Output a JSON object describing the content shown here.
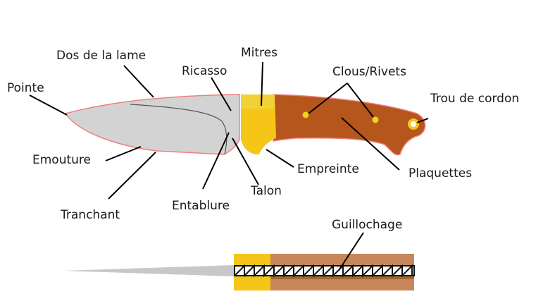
{
  "labels": {
    "dos": "Dos de la lame",
    "mitres": "Mitres",
    "ricasso": "Ricasso",
    "clous": "Clous/Rivets",
    "pointe": "Pointe",
    "trou": "Trou de cordon",
    "emouture": "Emouture",
    "empreinte": "Empreinte",
    "plaquettes": "Plaquettes",
    "talon": "Talon",
    "entablure": "Entablure",
    "tranchant": "Tranchant",
    "guillochage": "Guillochage"
  },
  "colors": {
    "blade": "#d3d3d3",
    "blade_outline": "#f08080",
    "bolster": "#f5c518",
    "handle": "#b5561d",
    "handle_outline": "#f08080",
    "pin": "#f5d11c",
    "spine_side": "#a3682c",
    "spine_liner": "#c8875a"
  }
}
